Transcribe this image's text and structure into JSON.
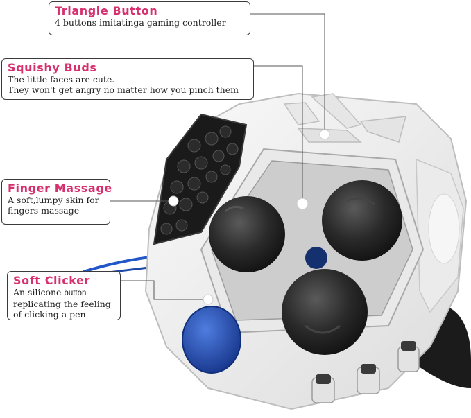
{
  "callouts": [
    {
      "title": "Triangle Button",
      "lines": [
        "4 buttons imitatinga gaming  controller"
      ]
    },
    {
      "title": "Squishy Buds",
      "lines": [
        "The little faces are cute.",
        "They won't get angry no  matter how you pinch them"
      ]
    },
    {
      "title": "Finger Massage",
      "lines": [
        "A soft,lumpy skin for",
        "fingers massage"
      ]
    },
    {
      "title": "Soft Clicker",
      "lines_rich": [
        {
          "text": "An silicone ",
          "mono": "button"
        },
        {
          "text": "replicating the feeling"
        },
        {
          "text": "of clicking a pen"
        }
      ]
    }
  ],
  "colors": {
    "title_pink": "#d6306f",
    "cube_white": "#f2f2f2",
    "panel_gray": "#c9c9c9",
    "ball_black": "#2a2a2a",
    "clicker_blue": "#1f4fb8",
    "center_navy": "#14306e"
  }
}
